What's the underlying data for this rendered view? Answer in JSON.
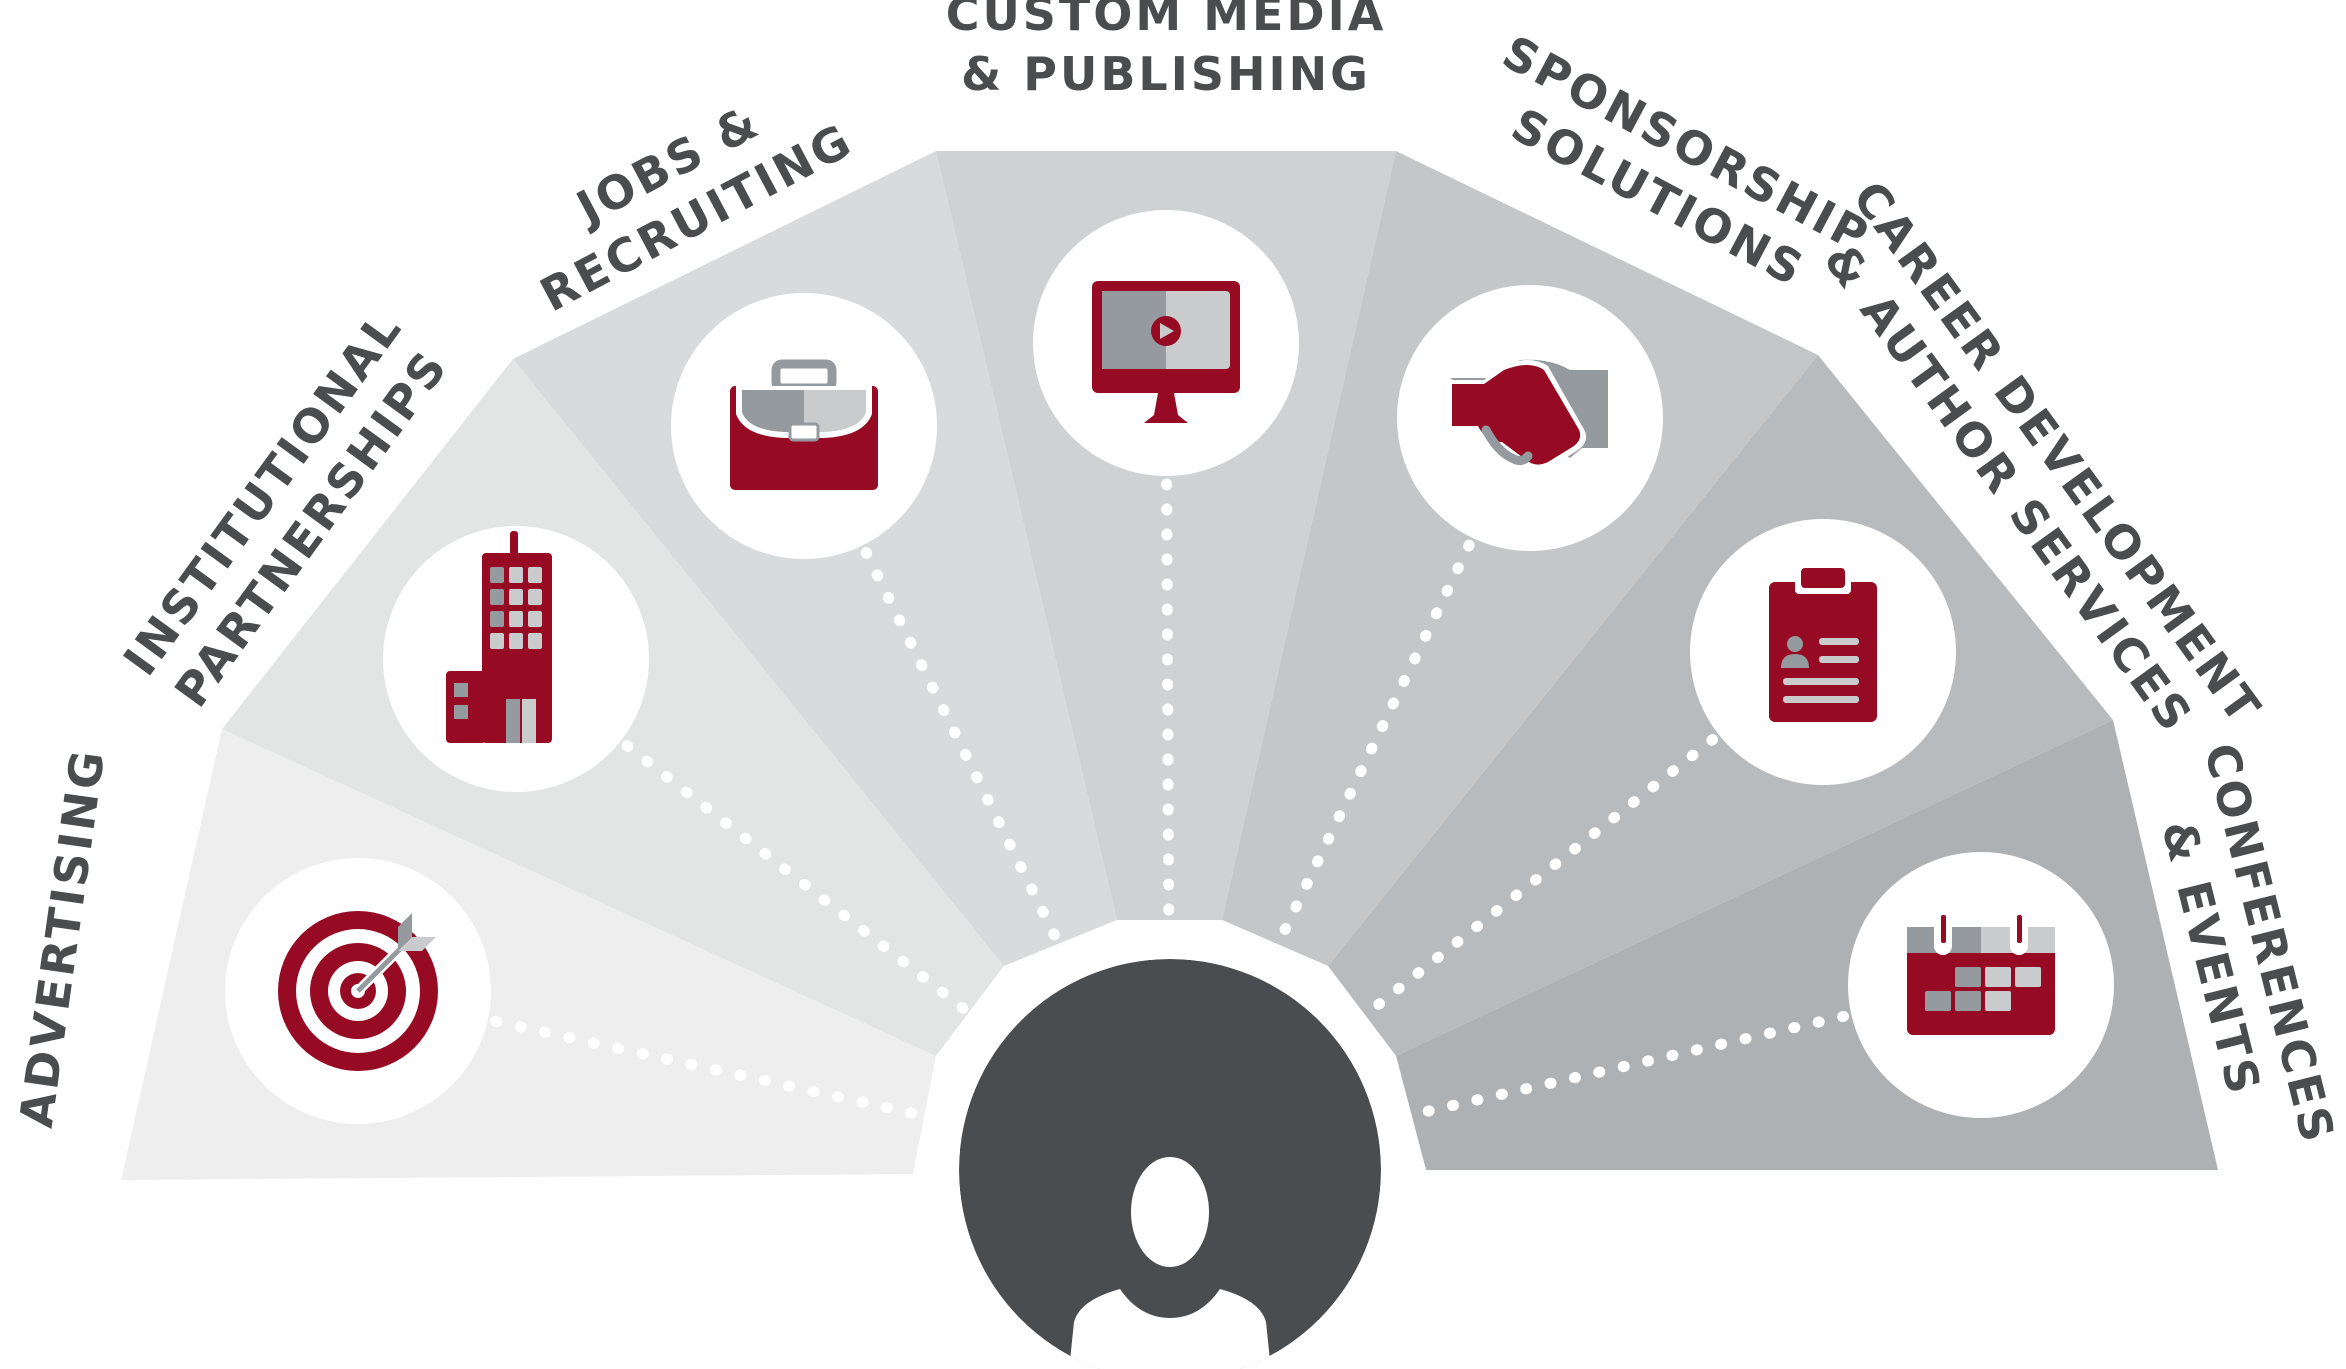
{
  "title": "Services fan diagram",
  "colors": {
    "accent": "#960a24",
    "dark": "#4a4d50",
    "text": "#4a4c4e",
    "icon_gray_dark": "#959a9e",
    "icon_gray_light": "#c9cbcd",
    "segment_fills": [
      "#eeeeee",
      "#e3e4e4",
      "#d9dadb",
      "#cfd1d2",
      "#c4c6c8",
      "#b8bbbd",
      "#aeb1b3"
    ]
  },
  "center": {
    "icon": "user-avatar-icon"
  },
  "segments": [
    {
      "id": "advertising",
      "label_lines": [
        "ADVERTISING"
      ],
      "icon": "target-icon"
    },
    {
      "id": "institutional-partnerships",
      "label_lines": [
        "INSTITUTIONAL",
        "PARTNERSHIPS"
      ],
      "icon": "building-icon"
    },
    {
      "id": "jobs-recruiting",
      "label_lines": [
        "JOBS &",
        "RECRUITING"
      ],
      "icon": "briefcase-icon"
    },
    {
      "id": "custom-media-publishing",
      "label_lines": [
        "CUSTOM MEDIA",
        "& PUBLISHING"
      ],
      "icon": "monitor-play-icon"
    },
    {
      "id": "sponsorship-solutions",
      "label_lines": [
        "SPONSORSHIP",
        "SOLUTIONS"
      ],
      "icon": "handshake-icon"
    },
    {
      "id": "career-author-services",
      "label_lines": [
        "CAREER DEVELOPMENT",
        "& AUTHOR SERVICES"
      ],
      "icon": "clipboard-profile-icon"
    },
    {
      "id": "conferences-events",
      "label_lines": [
        "CONFERENCES",
        "& EVENTS"
      ],
      "icon": "calendar-icon"
    }
  ]
}
